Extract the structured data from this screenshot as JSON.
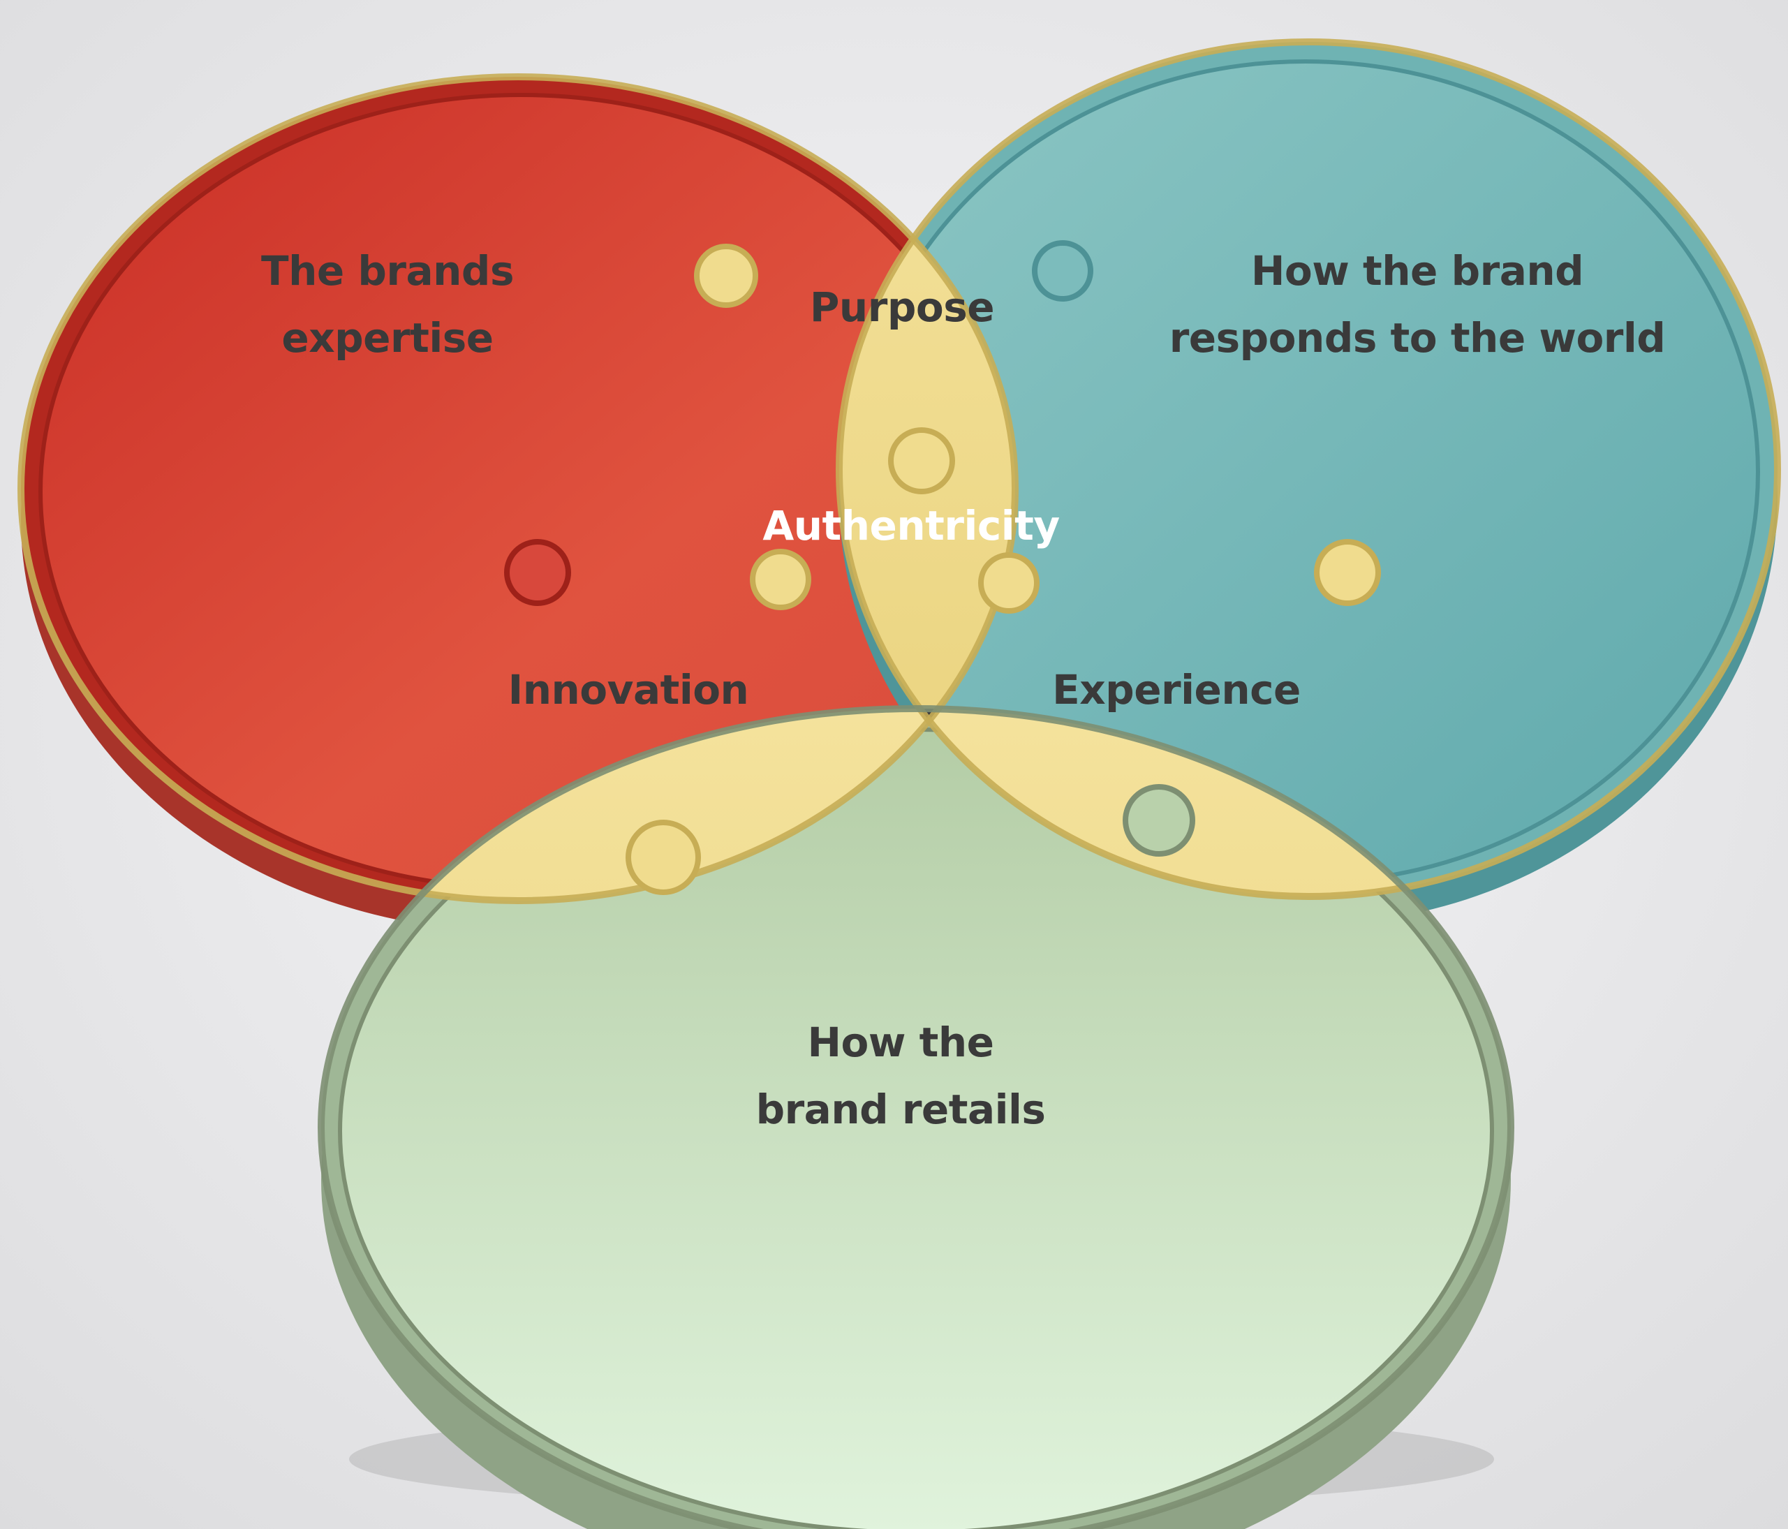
{
  "diagram": {
    "background": "#e6e6e8",
    "colors": {
      "expertise": "#d8483c",
      "world": "#7cbcbc",
      "retail": "#c2d9b4",
      "intersection": "#efd98a",
      "core": "#2f2f31",
      "label": "#3a3a3a",
      "core_label": "#ffffff"
    },
    "outer": {
      "expertise": [
        "The brands",
        "expertise"
      ],
      "world": [
        "How the brand",
        "responds to the world"
      ],
      "retail": [
        "How the",
        "brand retails"
      ]
    },
    "intersections": {
      "purpose": "Purpose",
      "innovation": "Innovation",
      "experience": "Experience"
    },
    "core": "Authentricity"
  }
}
